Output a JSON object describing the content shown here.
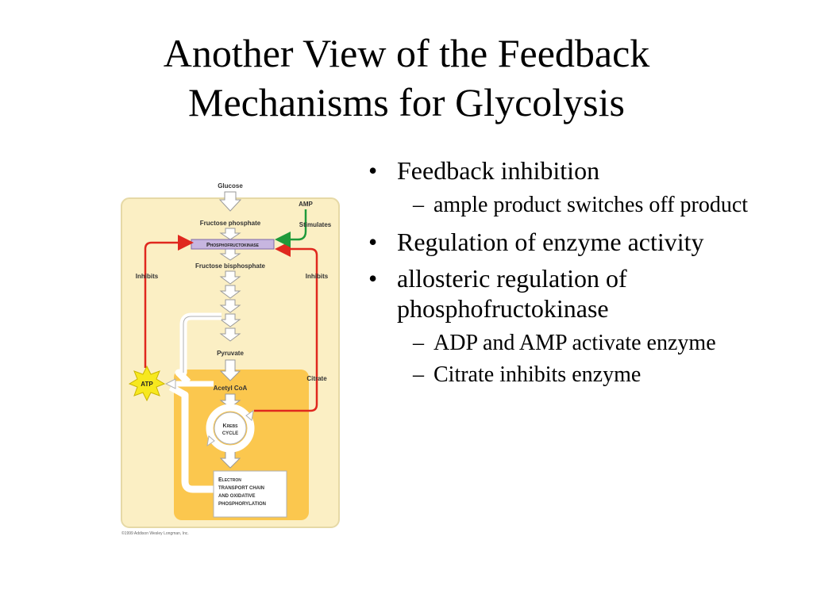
{
  "slide": {
    "title_line1": "Another View of the Feedback",
    "title_line2": "Mechanisms for Glycolysis"
  },
  "bullets": [
    {
      "text": "Feedback inhibition",
      "sub": [
        "ample product switches off product"
      ]
    },
    {
      "text": "Regulation of enzyme activity",
      "sub": []
    },
    {
      "text": "allosteric regulation of phosphofructokinase",
      "sub": [
        "ADP and AMP activate enzyme",
        "Citrate inhibits enzyme"
      ]
    }
  ],
  "diagram": {
    "glucose": "Glucose",
    "fructose_phosphate": "Fructose phosphate",
    "enzyme": "Phosphofructokinase",
    "fructose_bisphosphate": "Fructose bisphosphate",
    "pyruvate": "Pyruvate",
    "acetyl_coa": "Acetyl CoA",
    "krebs_line1": "Krebs",
    "krebs_line2": "cycle",
    "etc_line1": "Electron",
    "etc_line2": "transport chain",
    "etc_line3": "and oxidative",
    "etc_line4": "phosphorylation",
    "amp": "AMP",
    "stimulates": "Stimulates",
    "inhibits_left": "Inhibits",
    "inhibits_right": "Inhibits",
    "citrate": "Citrate",
    "atp": "ATP",
    "copyright": "©1999 Addison Wesley Longman, Inc.",
    "colors": {
      "panel": "#fbefc4",
      "mito": "#fbc74e",
      "inhibit_red": "#e0281e",
      "stimulate_green": "#1f9a3a",
      "atp_star": "#f7e81e",
      "enzyme_box": "#c7b6e0"
    }
  }
}
